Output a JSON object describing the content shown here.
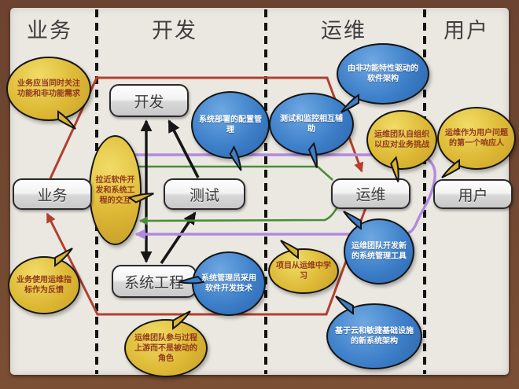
{
  "columns": [
    {
      "label": "业务"
    },
    {
      "label": "开发"
    },
    {
      "label": "运维"
    },
    {
      "label": "用户"
    }
  ],
  "nodes": {
    "business": {
      "label": "业务"
    },
    "dev": {
      "label": "开发"
    },
    "test": {
      "label": "测试"
    },
    "syseng": {
      "label": "系统工程"
    },
    "ops": {
      "label": "运维"
    },
    "user": {
      "label": "用户"
    }
  },
  "bubbles": [
    {
      "id": "biz-functional-nonfunctional",
      "color": "yellow",
      "text": "业务应当同时关注功能和非功能需求"
    },
    {
      "id": "close-dev-syseng-interaction",
      "color": "yellow",
      "text": "拉近软件开发和系统工程的交互"
    },
    {
      "id": "deploy-config-mgmt",
      "color": "blue",
      "text": "系统部署的配置管理"
    },
    {
      "id": "test-monitor-assist",
      "color": "blue",
      "text": "测试和监控相互辅助"
    },
    {
      "id": "nonfunctional-driven-arch",
      "color": "blue",
      "text": "由非功能特性驱动的软件架构"
    },
    {
      "id": "ops-self-organize",
      "color": "yellow",
      "text": "运维团队自组织以应对业务挑战"
    },
    {
      "id": "ops-first-responder",
      "color": "yellow",
      "text": "运维作为用户问题的第一个响应人"
    },
    {
      "id": "biz-ops-metrics-feedback",
      "color": "yellow",
      "text": "业务使用运维指标作为反馈"
    },
    {
      "id": "sysadmin-dev-techniques",
      "color": "blue",
      "text": "系统管理员采用软件开发技术"
    },
    {
      "id": "ops-upstream-role",
      "color": "yellow",
      "text": "运维团队参与过程上游而不是被动的角色"
    },
    {
      "id": "project-learn-from-ops",
      "color": "yellow",
      "text": "项目从运维中学习"
    },
    {
      "id": "ops-new-mgmt-tools",
      "color": "blue",
      "text": "运维团队开发新的系统管理工具"
    },
    {
      "id": "cloud-agile-infra-arch",
      "color": "blue",
      "text": "基于云和敏捷基础设施的新系统架构"
    }
  ],
  "colors": {
    "red": "#b1402e",
    "green": "#4b8b3b",
    "purple": "#b18ae0",
    "black": "#161616",
    "divider": "#121212",
    "yellow_bubble": "#ddbb35",
    "blue_bubble": "#3d7fc9"
  }
}
